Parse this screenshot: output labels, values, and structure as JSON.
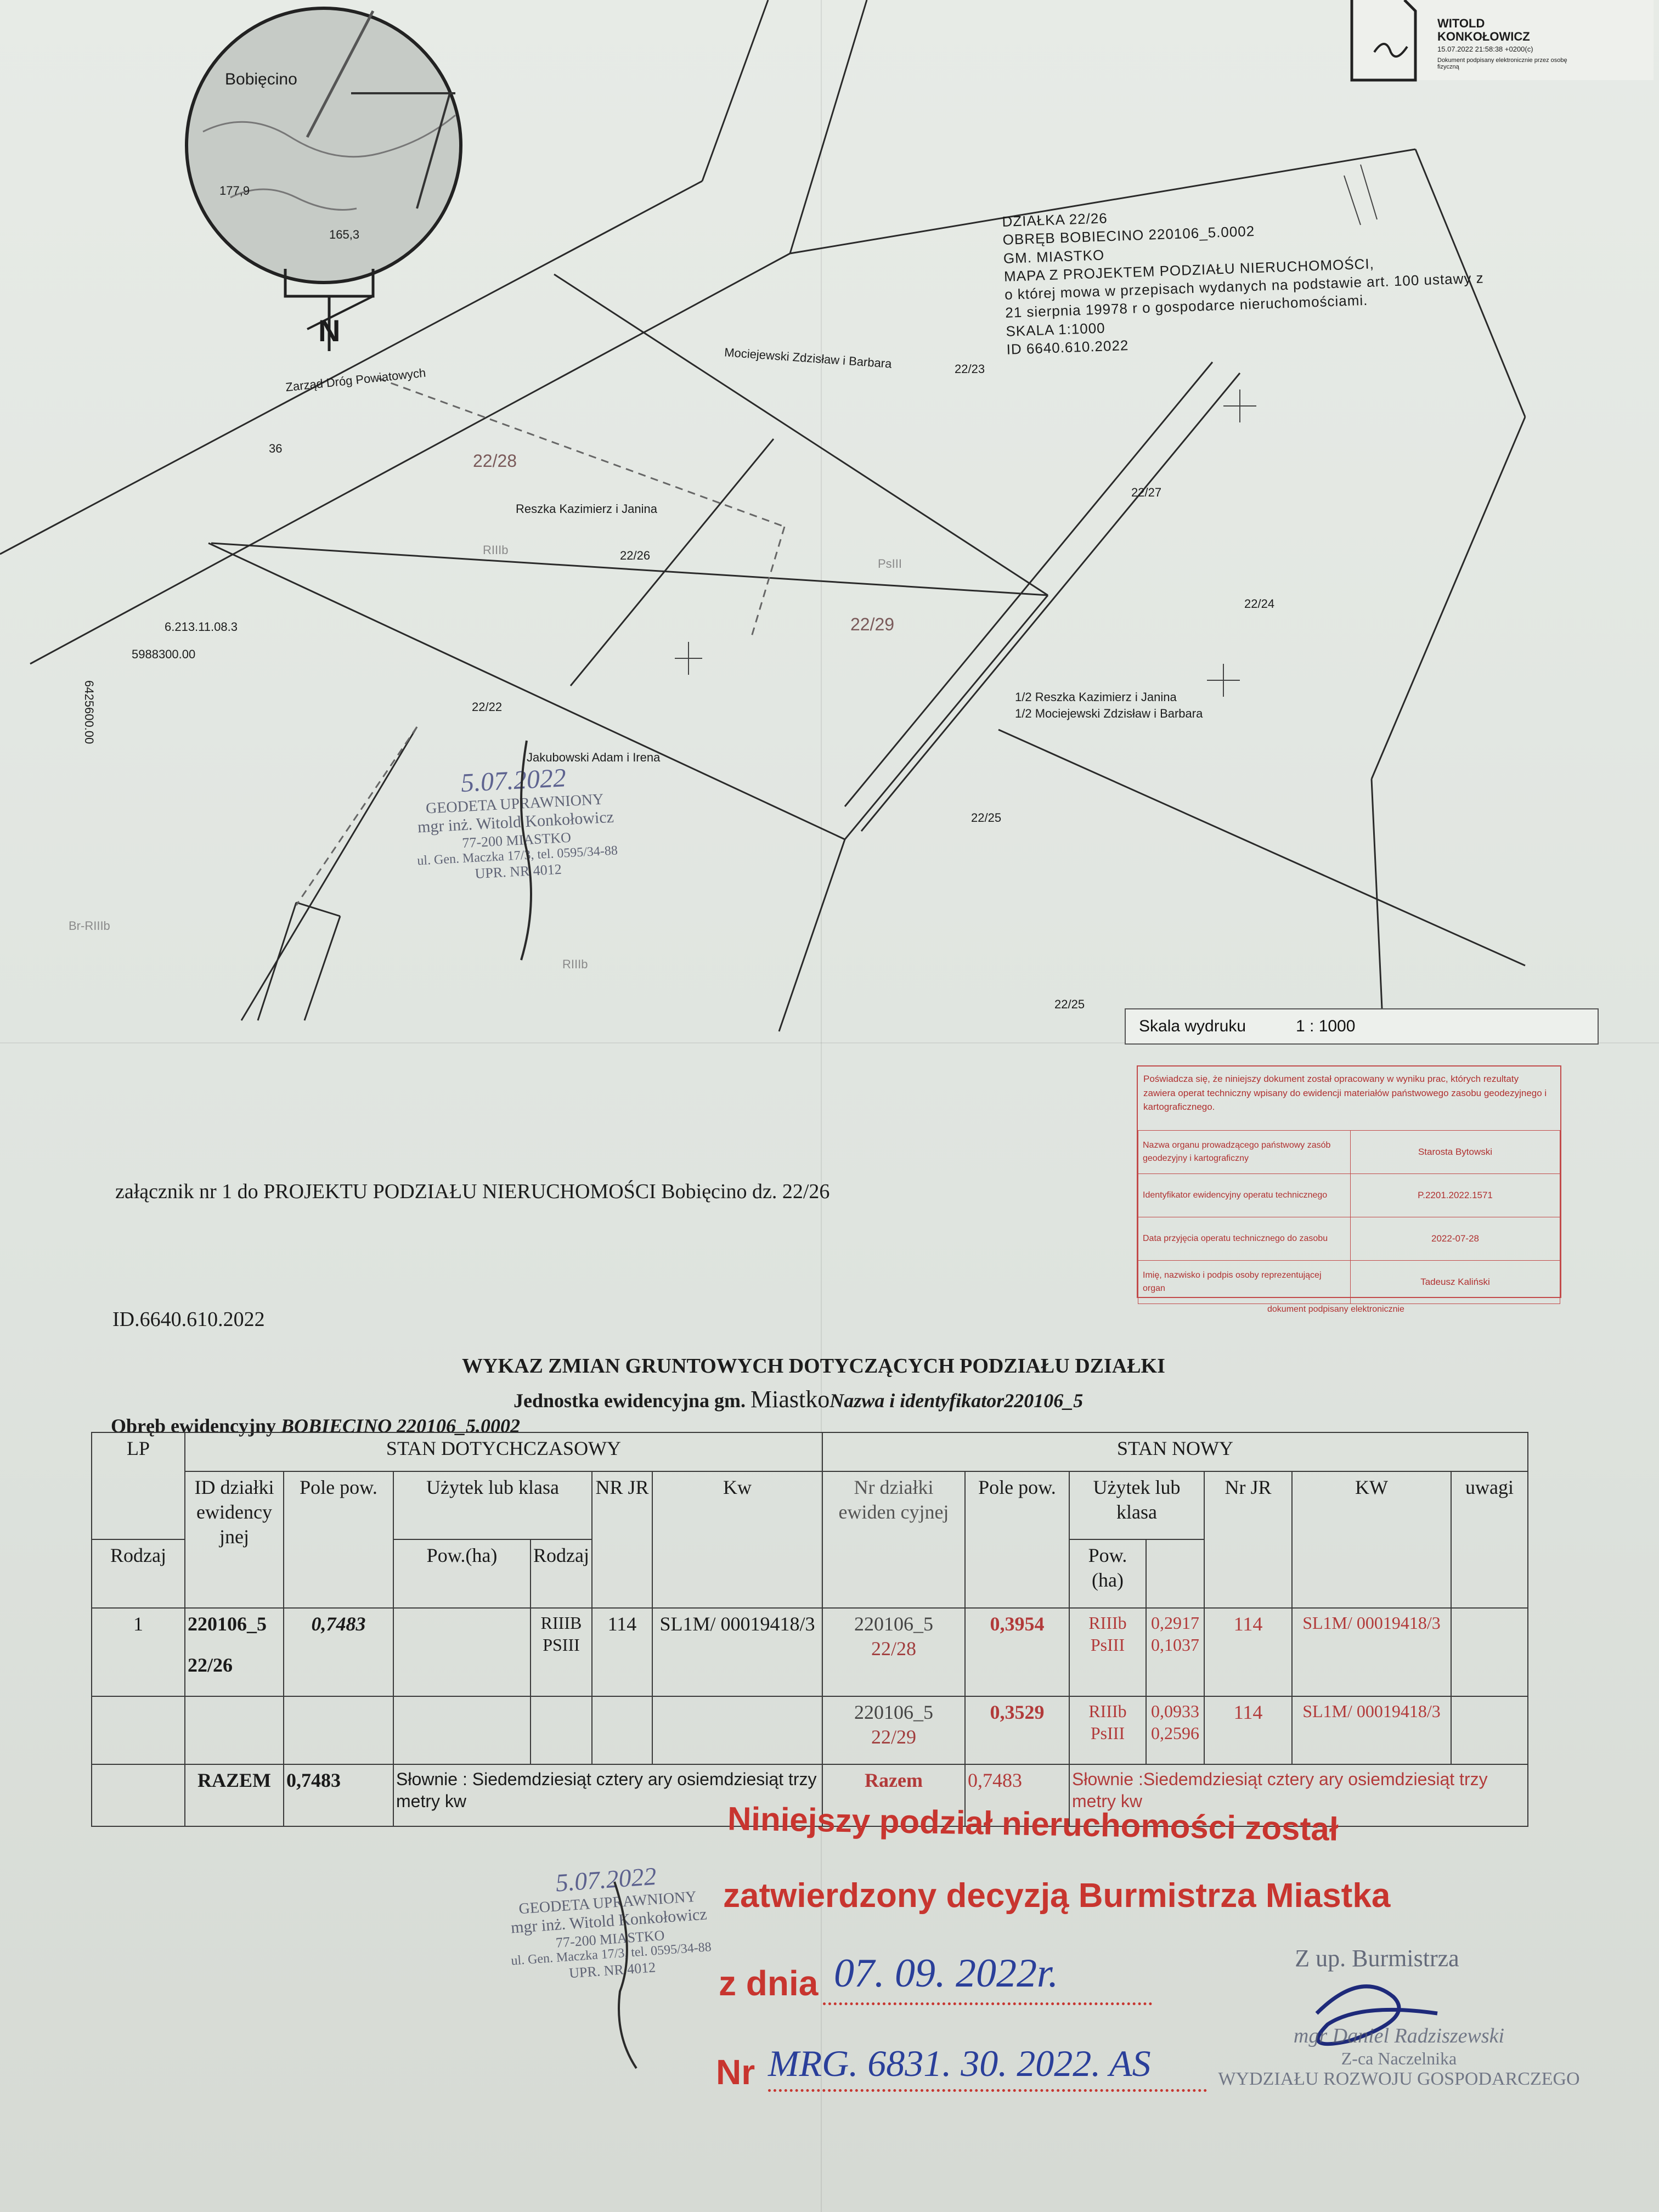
{
  "logo": {
    "lines": [
      "WITOLD",
      "KONKOŁOWICZ"
    ],
    "date_line": "15.07.2022 21:58:38 +0200(c)",
    "note": "Dokument podpisany elektronicznie przez osobę fizyczną"
  },
  "inset": {
    "place": "Bobięcino",
    "heights": [
      "177,9",
      "165,3"
    ],
    "north": "N"
  },
  "map": {
    "header": [
      "DZIAŁKA 22/26",
      "OBRĘB BOBIECINO 220106_5.0002",
      "GM. MIASTKO",
      "MAPA Z PROJEKTEM PODZIAŁU NIERUCHOMOŚCI,",
      "o której mowa w przepisach wydanych na podstawie art. 100 ustawy z",
      "21 sierpnia 19978 r o gospodarce nieruchomościami.",
      "SKALA 1:1000",
      "ID 6640.610.2022"
    ],
    "labels": {
      "road": "Zarząd Dróg Powiatowych",
      "n36": "36",
      "owner_mociejewski": "Mociejewski Zdzisław i Barbara",
      "p2223": "22/23",
      "p2228": "22/28",
      "owner_reszka": "Reszka Kazimierz i Janina",
      "rliib": "RIIIb",
      "p2226": "22/26",
      "psiii": "PsIII",
      "p2229": "22/29",
      "p2227": "22/27",
      "p2224": "22/24",
      "coord1": "6.213.11.08.3",
      "coord2": "5988300.00",
      "coord3": "6425600.00",
      "p2222": "22/22",
      "owner_jakubowski": "Jakubowski Adam i Irena",
      "share1": "1/2 Reszka Kazimierz i Janina",
      "share2": "1/2 Mociejewski Zdzisław i Barbara",
      "p2225": "22/25",
      "p2225b": "22/25",
      "brriib": "Br-RIIIb",
      "riiib2": "RIIIb"
    },
    "stamp": {
      "date": "5.07.2022",
      "lines": [
        "GEODETA UPRAWNIONY",
        "mgr inż. Witold Konkołowicz",
        "77-200 MIASTKO",
        "ul. Gen. Maczka 17/3, tel. 0595/34-88",
        "UPR. NR 4012"
      ]
    }
  },
  "scale": {
    "label": "Skala wydruku",
    "value": "1 : 1000"
  },
  "certificate": {
    "intro": "Poświadcza się, że niniejszy dokument został opracowany w wyniku prac, których rezultaty zawiera operat techniczny wpisany do ewidencji materiałów państwowego zasobu geodezyjnego i kartograficznego.",
    "rows": [
      {
        "label": "Nazwa organu prowadzącego państwowy zasób geodezyjny i kartograficzny",
        "value": "Starosta Bytowski"
      },
      {
        "label": "Identyfikator ewidencyjny operatu technicznego",
        "value": "P.2201.2022.1571"
      },
      {
        "label": "Data przyjęcia operatu technicznego do zasobu",
        "value": "2022-07-28"
      },
      {
        "label": "Imię, nazwisko i podpis osoby reprezentującej organ",
        "value": "Tadeusz Kaliński"
      }
    ],
    "footer": "dokument podpisany elektronicznie"
  },
  "attachment": "załącznik nr 1 do PROJEKTU PODZIAŁU NIERUCHOMOŚCI Bobięcino dz. 22/26",
  "doc_id": "ID.6640.610.2022",
  "wykaz": {
    "title": "WYKAZ ZMIAN  GRUNTOWYCH  DOTYCZĄCYCH  PODZIAŁU DZIAŁKI",
    "unit_prefix": "Jednostka ewidencyjna gm.",
    "unit_name": "Miastko",
    "unit_suffix": "Nazwa i identyfikator220106_5",
    "obreb_prefix": "Obręb ewidencyjny",
    "obreb_value": "BOBIECINO  220106_5.0002",
    "headers": {
      "lp": "LP",
      "old": "STAN DOTYCHCZASOWY",
      "new": "STAN NOWY",
      "id": "ID działki ewidency jnej",
      "pole": "Pole pow.",
      "uzytek": "Użytek lub klasa",
      "rodzaj": "Rodzaj",
      "powha": "Pow.(ha)",
      "nrjr": "NR JR",
      "kw": "Kw",
      "nr_dzialki": "Nr działki ewiden cyjnej",
      "pole_new": "Pole pow.",
      "uzytek_new": "Użytek lub klasa",
      "rodzaj_new": "Rodzaj",
      "pow_new": "Pow. (ha)",
      "nrjr_new": "Nr JR",
      "kw_new": "KW",
      "uwagi": "uwagi"
    },
    "row1": {
      "lp": "1",
      "id": "220106_5",
      "id2": "22/26",
      "pole": "0,7483",
      "klasa": "RIIIB PSIII",
      "nrjr": "114",
      "kw": "SL1M/ 00019418/3",
      "new_id": "220106_5",
      "new_nr": "22/28",
      "new_pole": "0,3954",
      "new_klasa": "RIIIb PsIII",
      "new_pow": "0,2917 0,1037",
      "new_jr": "114",
      "new_kw": "SL1M/ 00019418/3"
    },
    "row2": {
      "new_id": "220106_5",
      "new_nr": "22/29",
      "new_pole": "0,3529",
      "new_klasa": "RIIIb PsIII",
      "new_pow": "0,0933 0,2596",
      "new_jr": "114",
      "new_kw": "SL1M/ 00019418/3"
    },
    "total": {
      "label": "RAZEM",
      "value": "0,7483",
      "words": "Słownie : Siedemdziesiąt cztery ary osiemdziesiąt trzy metry kw",
      "label_new": "Razem",
      "value_new": "0,7483",
      "words_new": "Słownie :Siedemdziesiąt cztery ary osiemdziesiąt trzy metry kw"
    }
  },
  "approval": {
    "line1": "Niniejszy  podział  nieruchomości  został",
    "line2": "zatwierdzony decyzją Burmistrza Miastka",
    "date_label": "z dnia",
    "date_value": "07. 09. 2022r.",
    "nr_label": "Nr",
    "nr_value": "MRG. 6831. 30. 2022. AS",
    "zup": "Z up. Burmistrza",
    "signer": [
      "mgr Daniel Radziszewski",
      "Z-ca Naczelnika",
      "WYDZIAŁU ROZWOJU GOSPODARCZEGO"
    ]
  },
  "stamp2": {
    "date": "5.07.2022",
    "lines": [
      "GEODETA UPRAWNIONY",
      "mgr inż. Witold Konkołowicz",
      "77-200 MIASTKO",
      "ul. Gen. Maczka 17/3, tel. 0595/34-88",
      "UPR. NR 4012"
    ]
  }
}
